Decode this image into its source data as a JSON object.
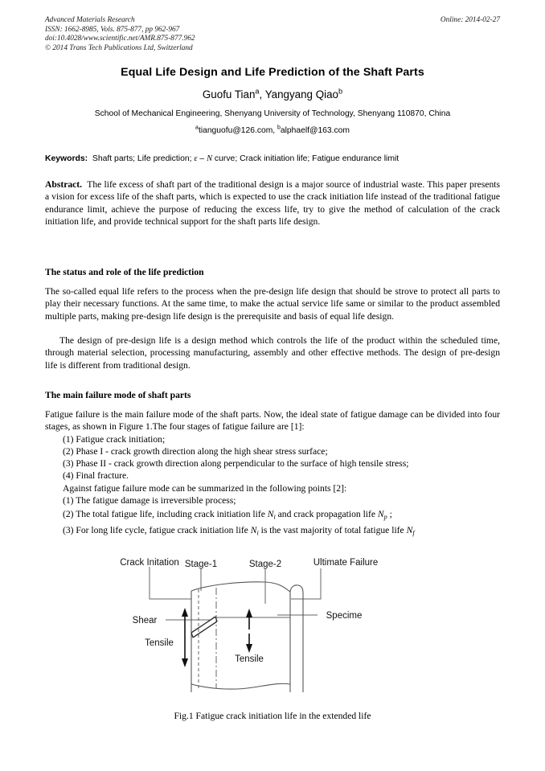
{
  "masthead": {
    "journal": "Advanced Materials Research",
    "issn": "ISSN: 1662-8985, Vols. 875-877, pp 962-967",
    "doi": "doi:10.4028/www.scientific.net/AMR.875-877.962",
    "copyright": "© 2014 Trans Tech Publications Ltd, Switzerland",
    "online": "Online: 2014-02-27"
  },
  "article": {
    "title": "Equal Life Design and Life Prediction of the Shaft Parts",
    "author1": "Guofu Tian",
    "author1_marker": "a",
    "author_sep": ", ",
    "author2": "Yangyang Qiao",
    "author2_marker": "b",
    "affiliation": "School of Mechanical Engineering, Shenyang University of Technology, Shenyang 110870, China",
    "email1_marker": "a",
    "email1": "tianguofu@126.com",
    "email_sep": ", ",
    "email2_marker": "b",
    "email2": "alphaelf@163.com"
  },
  "keywords": {
    "label": "Keywords:",
    "part1": "Shaft parts; Life prediction;",
    "epsilon": "ε",
    "dash": " – ",
    "n_sym": "N",
    "part2": "curve; Crack initiation life; Fatigue endurance limit"
  },
  "abstract": {
    "label": "Abstract.",
    "text": "The life excess of shaft part of the traditional design is a major source of industrial waste. This paper presents a vision for excess life of the shaft parts, which is expected to use the crack initiation life instead of the traditional fatigue endurance limit, achieve the purpose of reducing the excess life, try to give the method of calculation of the crack initiation life, and provide technical support for the shaft parts life design."
  },
  "section1": {
    "heading": "The status and role of the life prediction",
    "para1": "The so-called equal life refers to the process when the pre-design life design that should be strove to protect all parts to play their necessary functions. At the same time, to make the actual service life same or similar to the product assembled multiple parts, making pre-design life design is the prerequisite and basis of equal life design.",
    "para2": "The design of pre-design life is a design method which controls the life of the product within the scheduled time, through material selection, processing manufacturing, assembly and other effective methods. The design of pre-design life is different from traditional design."
  },
  "section2": {
    "heading": "The main failure mode of shaft parts",
    "para1": "Fatigue failure is the main failure mode of the shaft parts. Now, the ideal state of fatigue damage can be divided into four stages, as shown in Figure 1.The four stages of fatigue failure are [1]:",
    "items": [
      "(1) Fatigue crack initiation;",
      "(2) Phase I - crack growth direction along the high shear stress surface;",
      "(3) Phase II - crack growth direction along perpendicular to the surface of high tensile stress;",
      "(4) Final fracture."
    ],
    "para2": "Against fatigue failure mode can be summarized in the following points [2]:",
    "point1": "(1) The fatigue damage is irreversible process;",
    "point2_a": "(2) The total fatigue life, including crack initiation life ",
    "point2_n1": "N",
    "point2_sub1": "i",
    "point2_b": " and crack propagation life ",
    "point2_n2": "N",
    "point2_sub2": "p",
    "point2_c": " ;",
    "point3_a": "(3) For long life cycle, fatigue crack initiation life ",
    "point3_n1": "N",
    "point3_sub1": "i",
    "point3_b": " is the vast majority of total fatigue life ",
    "point3_n2": "N",
    "point3_sub2": "f"
  },
  "figure": {
    "caption": "Fig.1 Fatigue crack initiation life in the extended life",
    "labels": {
      "crack_initiation": "Crack Initation",
      "stage1": "Stage-1",
      "stage2": "Stage-2",
      "ultimate_failure": "Ultimate Failure",
      "shear": "Shear",
      "tensile_left": "Tensile",
      "tensile_center": "Tensile",
      "specimen": "Specime"
    },
    "colors": {
      "line": "#555555",
      "label_text": "#111111",
      "fill": "#ffffff"
    }
  }
}
